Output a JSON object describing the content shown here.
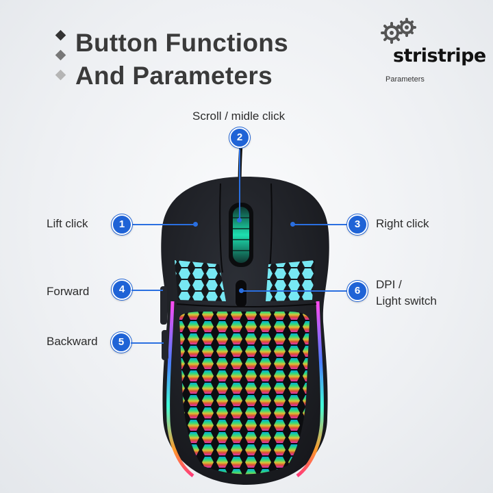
{
  "heading": {
    "line1": "Button Functions",
    "line2": "And Parameters"
  },
  "brand": {
    "name": "stristripe",
    "tagline": "Parameters"
  },
  "callouts": [
    {
      "number": "1",
      "label": "Lift click"
    },
    {
      "number": "2",
      "label": "Scroll / midle click"
    },
    {
      "number": "3",
      "label": "Right click"
    },
    {
      "number": "4",
      "label": "Forward"
    },
    {
      "number": "5",
      "label": "Backward"
    },
    {
      "number": "6",
      "label_line1": "DPI /",
      "label_line2": "Light switch"
    }
  ],
  "colors": {
    "accent": "#1f63d6",
    "mouse_body": "#1b1d22"
  }
}
